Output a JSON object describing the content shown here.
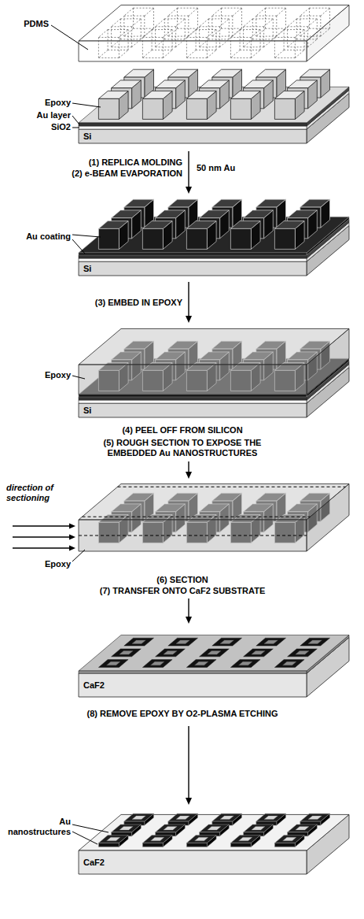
{
  "diagram": {
    "labels": [
      "PDMS",
      "Epoxy",
      "Au layer",
      "SiO2",
      "Si",
      "(1) REPLICA MOLDING",
      "(2) e-BEAM EVAPORATION",
      "50 nm Au",
      "Au coating",
      "Si",
      "(3) EMBED IN EPOXY",
      "Epoxy",
      "Si",
      "(4) PEEL OFF FROM SILICON",
      "(5) ROUGH SECTION TO EXPOSE THE EMBEDDED Au NANOSTRUCTURES",
      "direction of sectioning",
      "Epoxy",
      "(6) SECTION",
      "(7) TRANSFER ONTO CaF2 SUBSTRATE",
      "CaF2",
      "(8) REMOVE EPOXY BY O2-PLASMA ETCHING",
      "Au nanostructures",
      "CaF2"
    ]
  }
}
